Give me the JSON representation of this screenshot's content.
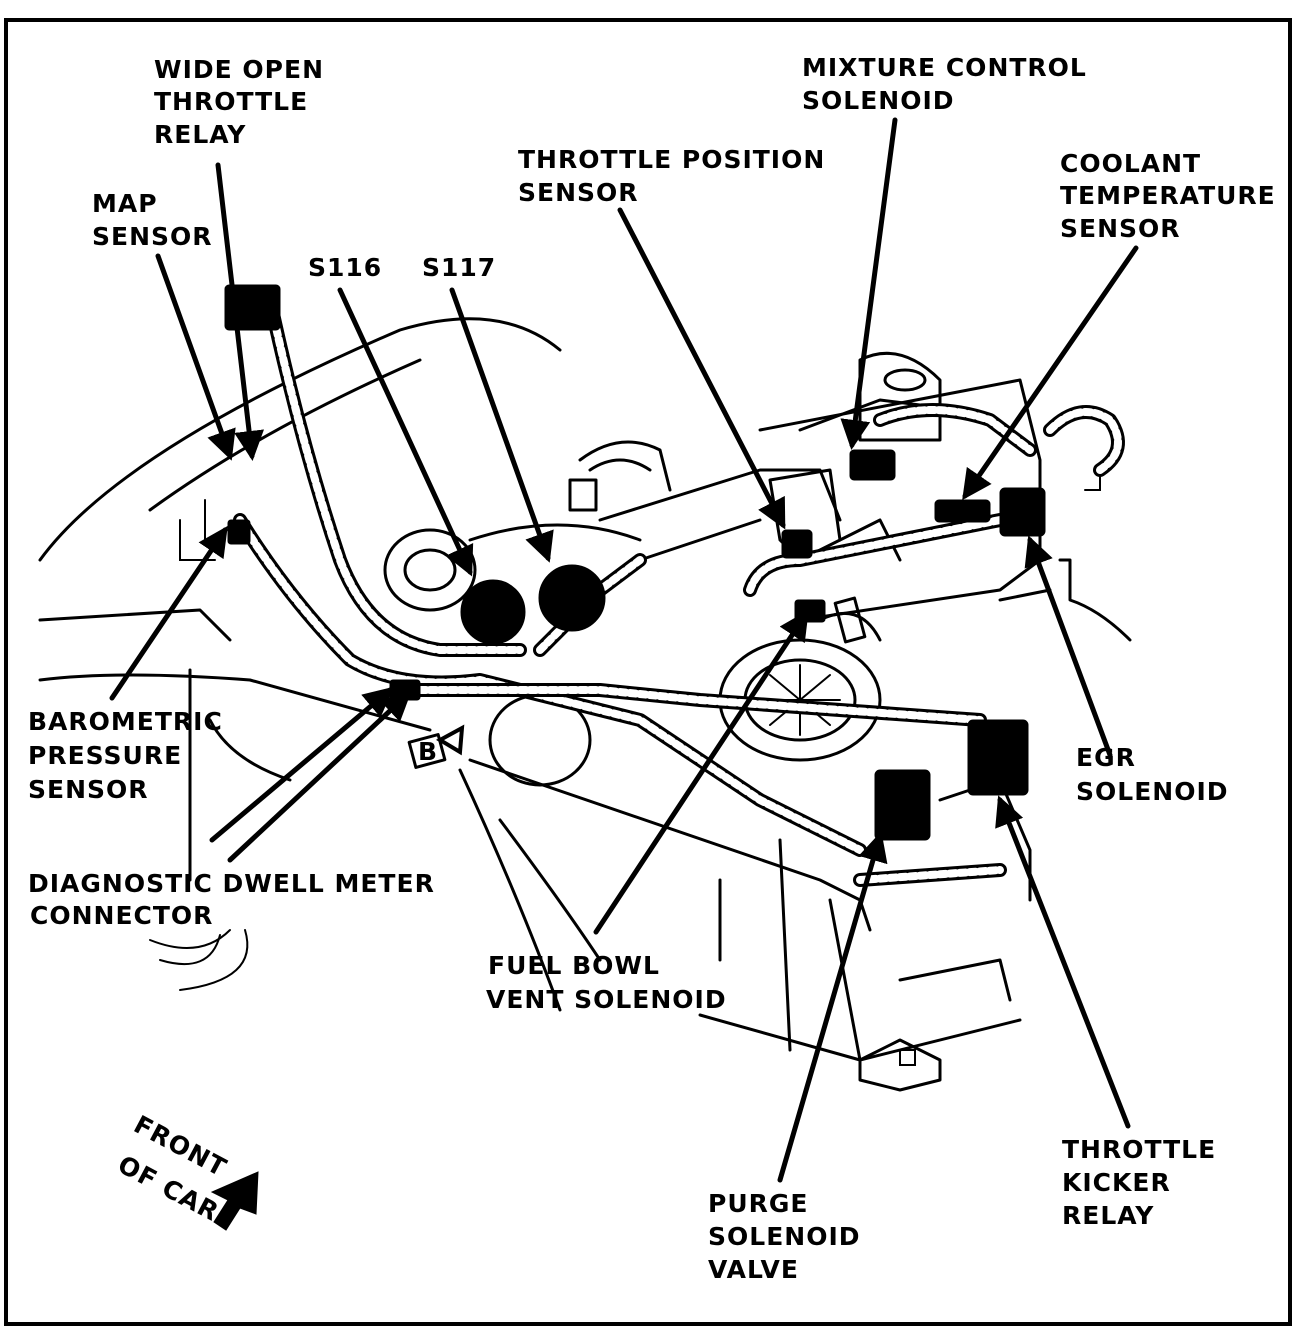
{
  "labels": {
    "wide_open_throttle_relay": [
      "WIDE OPEN",
      "THROTTLE",
      "RELAY"
    ],
    "map_sensor": [
      "MAP",
      "SENSOR"
    ],
    "s116": "S116",
    "s117": "S117",
    "throttle_position_sensor": [
      "THROTTLE POSITION",
      "SENSOR"
    ],
    "mixture_control_solenoid": [
      "MIXTURE CONTROL",
      "SOLENOID"
    ],
    "coolant_temperature_sensor": [
      "COOLANT",
      "TEMPERATURE",
      "SENSOR"
    ],
    "barometric_pressure_sensor": [
      "BAROMETRIC",
      "PRESSURE",
      "SENSOR"
    ],
    "egr_solenoid": [
      "EGR",
      "SOLENOID"
    ],
    "diagnostic_dwell_meter_connector": [
      "DIAGNOSTIC DWELL METER",
      "CONNECTOR"
    ],
    "fuel_bowl_vent_solenoid": [
      "FUEL BOWL",
      "VENT SOLENOID"
    ],
    "purge_solenoid_valve": [
      "PURGE",
      "SOLENOID",
      "VALVE"
    ],
    "throttle_kicker_relay": [
      "THROTTLE",
      "KICKER",
      "RELAY"
    ],
    "front_of_car": [
      "FRONT",
      "OF CAR"
    ],
    "panel_marker": "B"
  },
  "colors": {
    "ink": "#000000",
    "paper": "#ffffff"
  }
}
